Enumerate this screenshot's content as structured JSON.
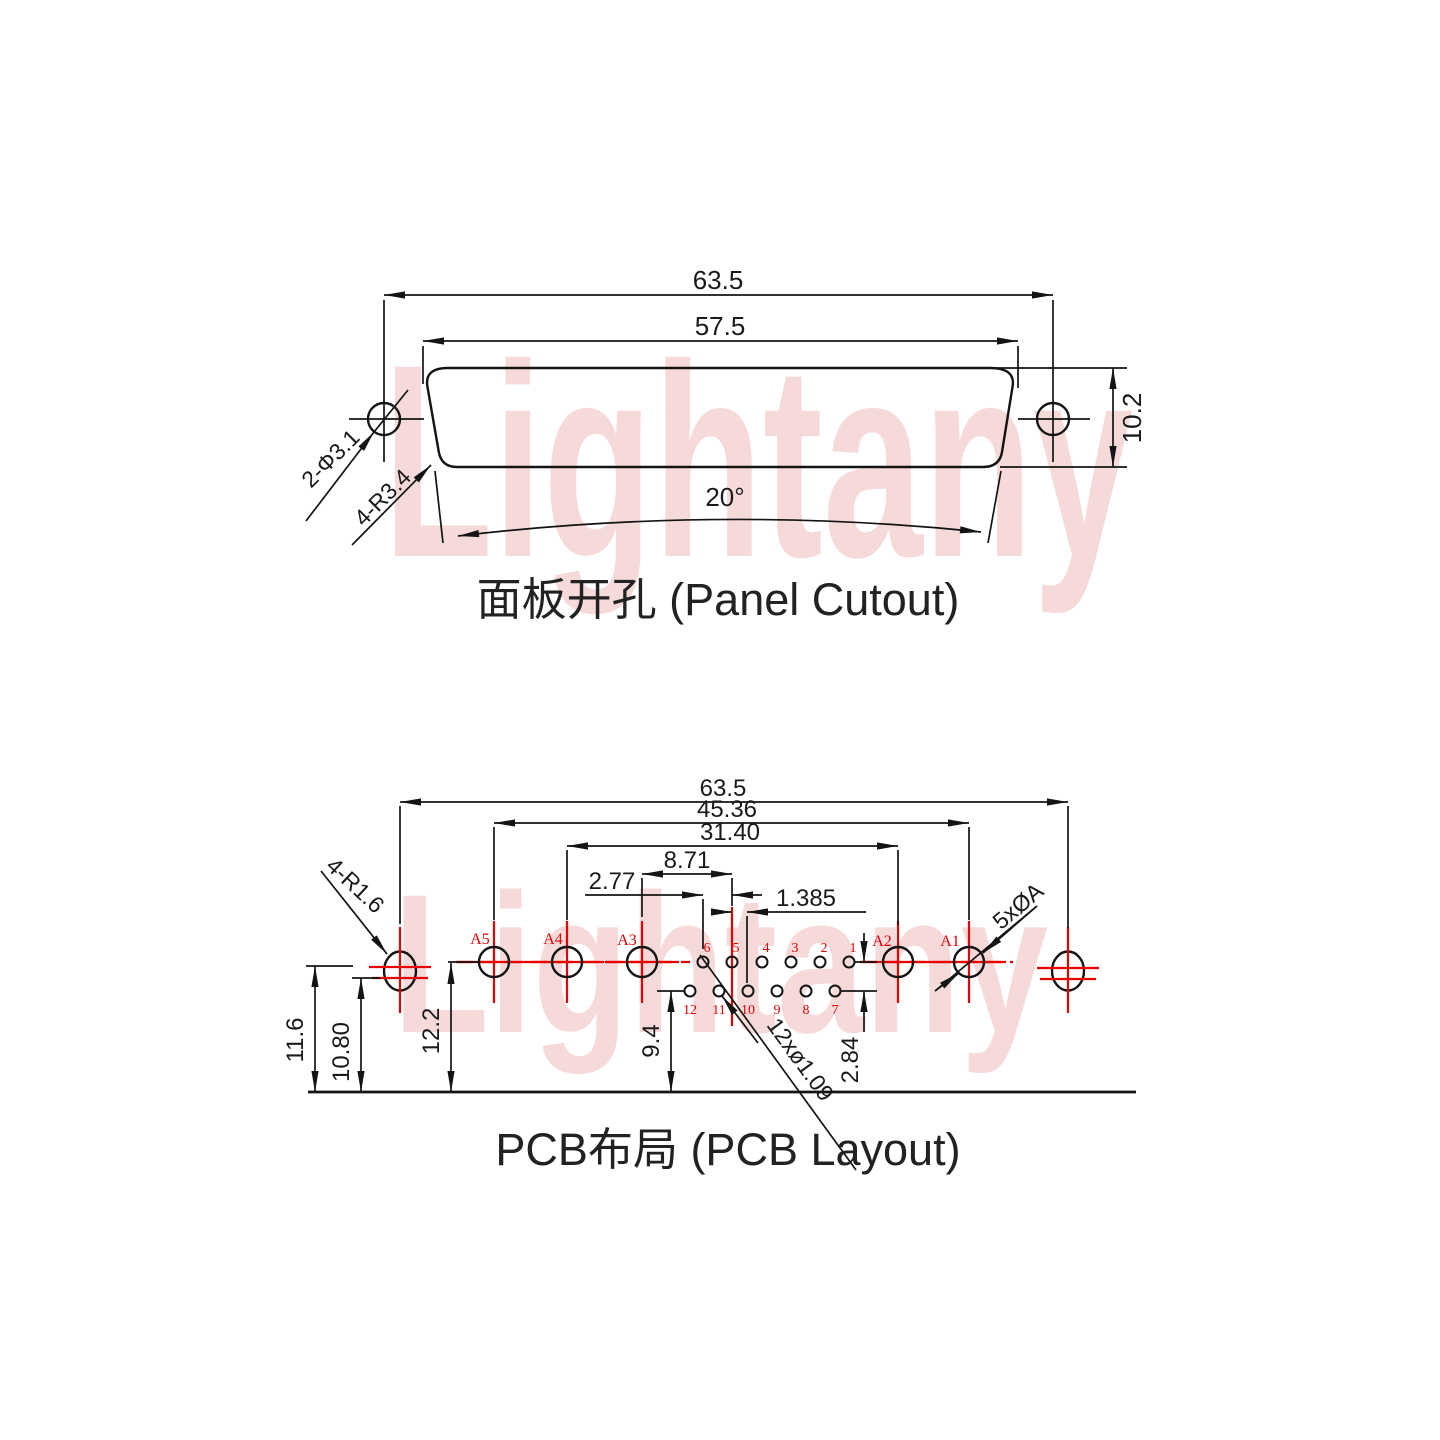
{
  "colors": {
    "line": "#141414",
    "accent_red": "#e60000",
    "watermark_pink": "#f6dada",
    "text": "#1a1a1a"
  },
  "watermark": {
    "text": "Lightany"
  },
  "panel_cutout": {
    "title": "面板开孔 (Panel Cutout)",
    "dim_overall": "63.5",
    "dim_width": "57.5",
    "dim_height": "10.2",
    "dim_angle": "20°",
    "label_holes": "2-Φ3.1",
    "label_corner_radius": "4-R3.4"
  },
  "pcb_layout": {
    "title": "PCB布局 (PCB Layout)",
    "dim_overall": "63.5",
    "dim_a5_a1": "45.36",
    "dim_a4_a2": "31.40",
    "dim_a3_pin5": "8.71",
    "dim_pin_pitch": "2.77",
    "dim_row_offset": "1.385",
    "dim_mount_upper": "11.6",
    "dim_mount_lower": "10.80",
    "dim_row1_height": "12.2",
    "dim_row2_height": "9.4",
    "dim_row_gap": "2.84",
    "label_corner_radius": "4-R1.6",
    "label_coax_holes": "5xØA",
    "label_pin_holes": "12xø1.09",
    "coax_labels": [
      "A5",
      "A4",
      "A3",
      "A2",
      "A1"
    ],
    "pins_top": [
      "6",
      "5",
      "4",
      "3",
      "2",
      "1"
    ],
    "pins_bottom": [
      "12",
      "11",
      "10",
      "9",
      "8",
      "7"
    ]
  }
}
